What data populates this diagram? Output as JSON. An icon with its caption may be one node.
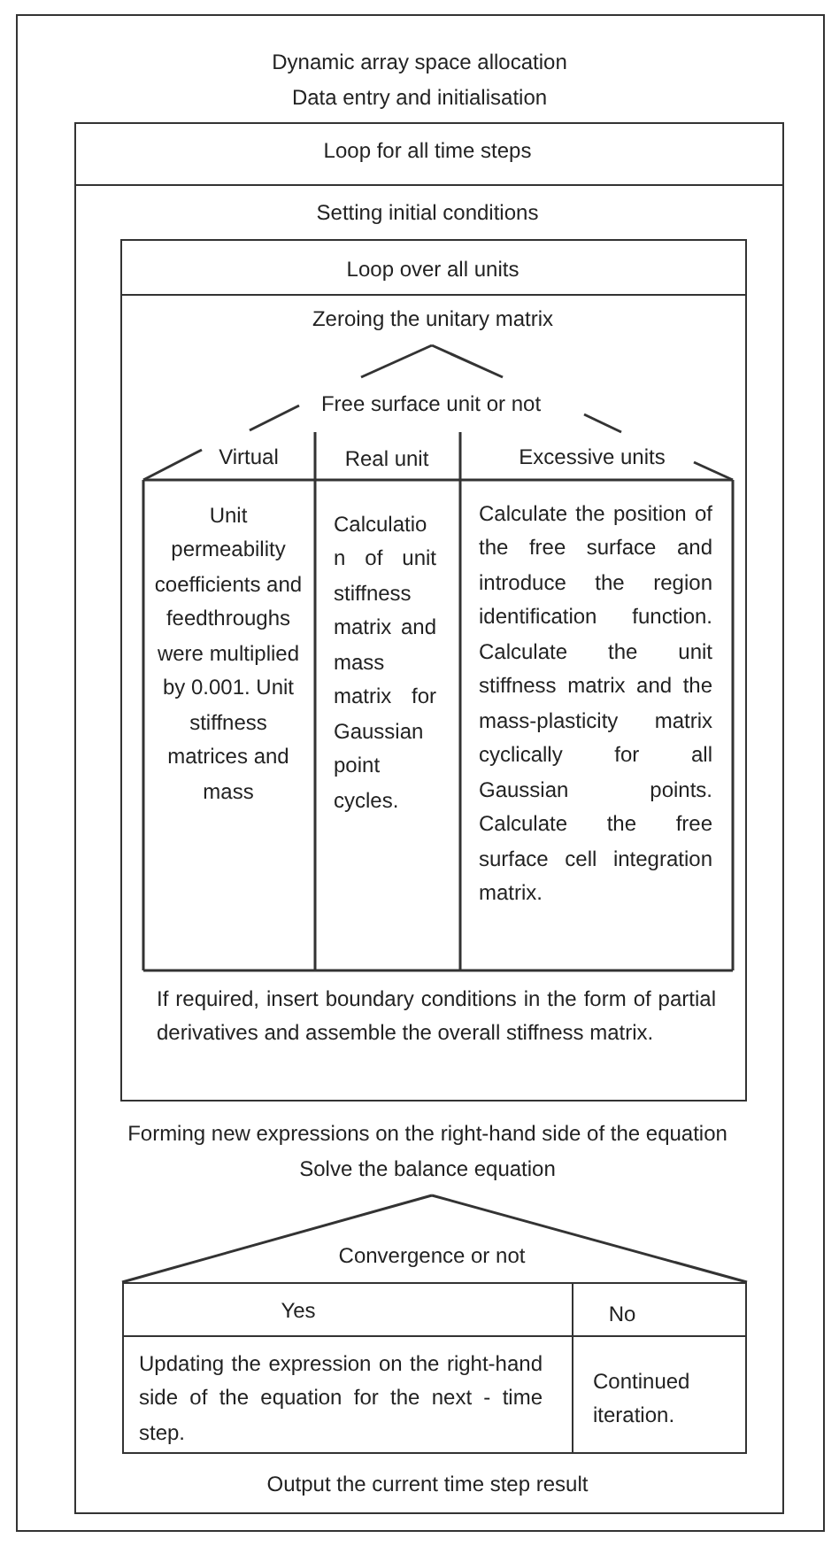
{
  "diagram": {
    "nodes": [
      {
        "text": [
          "Dynamic array space allocation",
          "Data entry and initialisation"
        ]
      },
      {
        "text": [
          "Loop for all time steps",
          "Setting initial conditions",
          "Forming new expressions on the right-hand side of the equation",
          "Solve the balance equation",
          "Output the current time step result"
        ],
        "in": 0
      },
      {
        "text": [
          "Loop over all units",
          "Zeroing the unitary matrix",
          "If required, insert boundary conditions in the form of partial derivatives and assemble the overall stiffness matrix."
        ],
        "in": 1
      },
      {
        "text": [
          "Free surface unit or not"
        ],
        "in": 2
      },
      {
        "text": [
          "Virtual",
          "Unit permeability coefficients and feedthroughs were multiplied by 0.001. Unit stiffness matrices and mass"
        ],
        "in": 2
      },
      {
        "text": [
          "Real unit",
          "Calculatio n of unit stiffness matrix and mass matrix for Gaussian point cycles."
        ],
        "in": 2
      },
      {
        "text": [
          "Excessive units",
          "Calculate the position of the free surface and introduce the region identification function. Calculate the unit stiffness matrix and the mass-plasticity matrix cyclically for all Gaussian points. Calculate the free surface cell integration matrix."
        ],
        "in": 2
      },
      {
        "text": [
          "Convergence or not"
        ],
        "in": 1
      },
      {
        "text": [
          "Yes",
          "Updating the expression on the right-hand side of the equation for the next - time step."
        ],
        "in": 1
      },
      {
        "text": [
          "No",
          "Continued iteration."
        ],
        "in": 1
      }
    ]
  }
}
